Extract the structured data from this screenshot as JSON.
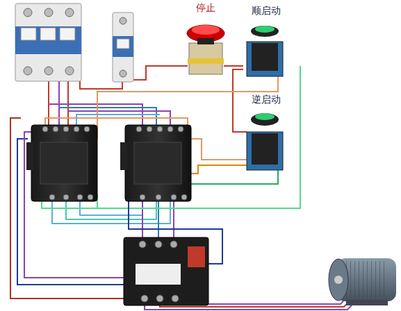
{
  "diagram": {
    "labels": [
      "停止",
      "顺启动",
      "逆启动"
    ]
  }
}
